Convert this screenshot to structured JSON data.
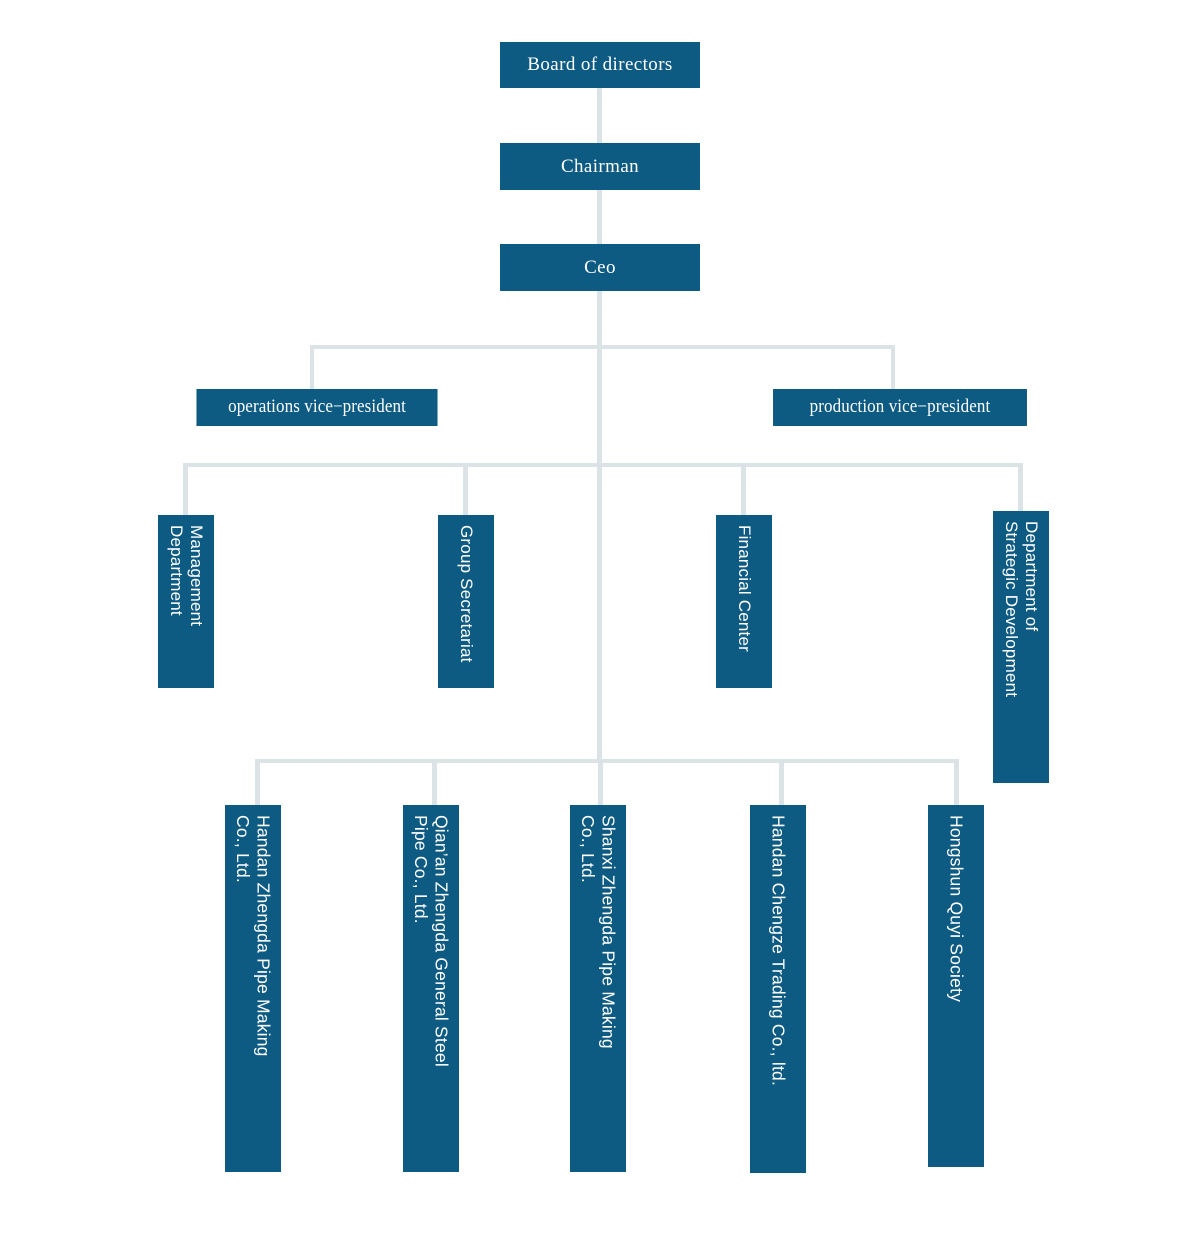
{
  "chart_data": {
    "type": "diagram",
    "diagram_type": "organizational-chart",
    "title": "",
    "colors": {
      "node_fill": "#0d5a82",
      "node_text": "#ffffff",
      "connector": "#dce3e6",
      "background": "#ffffff"
    },
    "levels": [
      {
        "level": 1,
        "nodes": [
          "Board of directors"
        ]
      },
      {
        "level": 2,
        "nodes": [
          "Chairman"
        ]
      },
      {
        "level": 3,
        "nodes": [
          "Ceo"
        ]
      },
      {
        "level": 4,
        "nodes": [
          "operations vice-president",
          "production vice-president"
        ]
      },
      {
        "level": 5,
        "nodes": [
          "Management Department",
          "Group Secretariat",
          "Financial Center",
          "Department of Strategic Development"
        ]
      },
      {
        "level": 6,
        "nodes": [
          "Handan Zhengda Pipe Making Co., Ltd.",
          "Qian'an Zhengda General Steel Pipe Co., Ltd.",
          "Shanxi Zhengda Pipe Making Co., Ltd.",
          "Handan Chengze Trading Co., ltd.",
          "Hongshun Quyi Society"
        ]
      }
    ],
    "edges": [
      [
        "Board of directors",
        "Chairman"
      ],
      [
        "Chairman",
        "Ceo"
      ],
      [
        "Ceo",
        "operations vice-president"
      ],
      [
        "Ceo",
        "production vice-president"
      ],
      [
        "Ceo",
        "Management Department"
      ],
      [
        "Ceo",
        "Group Secretariat"
      ],
      [
        "Ceo",
        "Financial Center"
      ],
      [
        "Ceo",
        "Department of Strategic Development"
      ],
      [
        "Ceo",
        "Handan Zhengda Pipe Making Co., Ltd."
      ],
      [
        "Ceo",
        "Qian'an Zhengda General Steel Pipe Co., Ltd."
      ],
      [
        "Ceo",
        "Shanxi Zhengda Pipe Making Co., Ltd."
      ],
      [
        "Ceo",
        "Handan Chengze Trading Co., ltd."
      ],
      [
        "Ceo",
        "Hongshun Quyi Society"
      ]
    ]
  },
  "org": {
    "board": "Board of directors",
    "chairman": "Chairman",
    "ceo": "Ceo",
    "vps": {
      "operations": "operations vice−president",
      "production": "production vice−president"
    },
    "departments": [
      {
        "label": "Management\nDepartment"
      },
      {
        "label": "Group Secretariat"
      },
      {
        "label": "Financial Center"
      },
      {
        "label": "Department of\nStrategic Development"
      }
    ],
    "subsidiaries": [
      {
        "label": "Handan Zhengda Pipe Making\nCo., Ltd."
      },
      {
        "label": "Qian’an Zhengda General Steel\nPipe Co., Ltd."
      },
      {
        "label": "Shanxi Zhengda Pipe Making\nCo., Ltd."
      },
      {
        "label": "Handan Chengze Trading Co., ltd."
      },
      {
        "label": "Hongshun Quyi Society"
      }
    ]
  }
}
